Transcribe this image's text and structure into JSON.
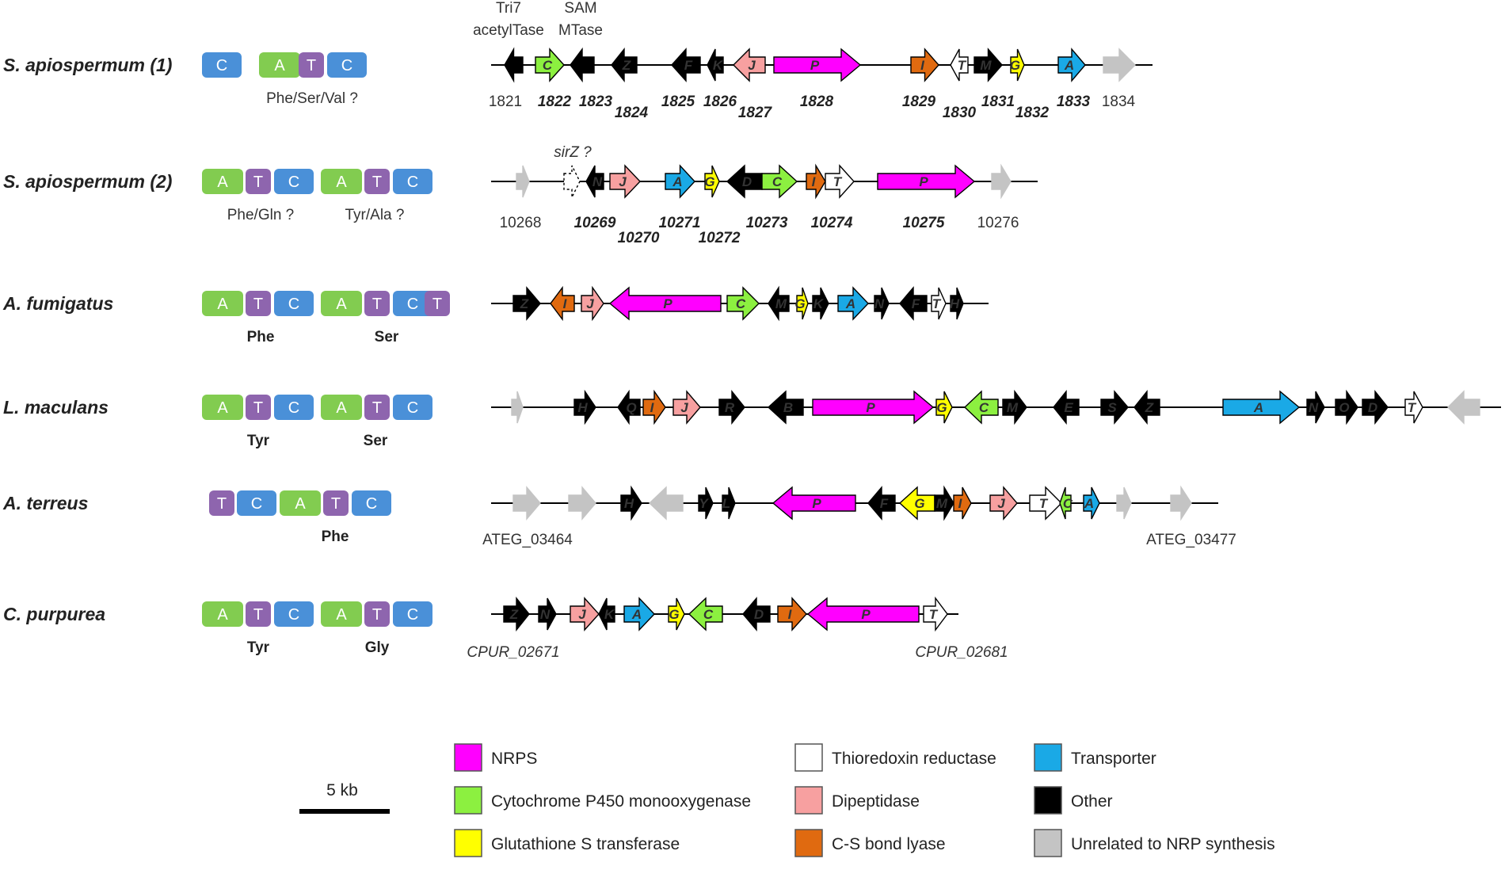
{
  "colors": {
    "nrps": "#ff00ff",
    "p450": "#8cf040",
    "gst": "#ffff00",
    "trx": "#ffffff",
    "dipep": "#f7a0a0",
    "csl": "#e06a10",
    "transporter": "#1aa9e6",
    "other": "#000000",
    "unrelated": "#c4c4c4",
    "domA": "#82cc50",
    "domT": "#8e65ae",
    "domC": "#4a90d8"
  },
  "clusters": [
    {
      "organism": "S. apiospermum (1)",
      "domains": [
        "C",
        "A",
        "T",
        "C"
      ],
      "specificities": [
        {
          "text": "Phe/Ser/Val ?",
          "bold": false
        }
      ],
      "annotations": [
        {
          "text": "Tri7"
        },
        {
          "text": "acetylTase"
        },
        {
          "text": "SAM"
        },
        {
          "text": "MTase"
        }
      ],
      "genes": [
        {
          "letter": "",
          "type": "other"
        },
        {
          "letter": "C",
          "type": "p450"
        },
        {
          "letter": "",
          "type": "other"
        },
        {
          "letter": "Z",
          "type": "other"
        },
        {
          "letter": "F",
          "type": "other"
        },
        {
          "letter": "K",
          "type": "other"
        },
        {
          "letter": "J",
          "type": "dipep"
        },
        {
          "letter": "P",
          "type": "nrps"
        },
        {
          "letter": "I",
          "type": "csl"
        },
        {
          "letter": "T",
          "type": "trx"
        },
        {
          "letter": "M",
          "type": "other"
        },
        {
          "letter": "G",
          "type": "gst"
        },
        {
          "letter": "A",
          "type": "transporter"
        },
        {
          "letter": "",
          "type": "unrelated"
        }
      ],
      "gene_ids": [
        {
          "text": "1821",
          "bold": false
        },
        {
          "text": "1822",
          "bold": true
        },
        {
          "text": "1823",
          "bold": true
        },
        {
          "text": "1824",
          "bold": true
        },
        {
          "text": "1825",
          "bold": true
        },
        {
          "text": "1826",
          "bold": true
        },
        {
          "text": "1827",
          "bold": true
        },
        {
          "text": "1828",
          "bold": true
        },
        {
          "text": "1829",
          "bold": true
        },
        {
          "text": "1830",
          "bold": true
        },
        {
          "text": "1831",
          "bold": true
        },
        {
          "text": "1832",
          "bold": true
        },
        {
          "text": "1833",
          "bold": true
        },
        {
          "text": "1834",
          "bold": false
        }
      ]
    },
    {
      "organism": "S. apiospermum (2)",
      "domains": [
        "A",
        "T",
        "C",
        "A",
        "T",
        "C"
      ],
      "specificities": [
        {
          "text": "Phe/Gln ?",
          "bold": false
        },
        {
          "text": "Tyr/Ala ?",
          "bold": false
        }
      ],
      "annotations": [
        {
          "text": "sirZ ?"
        }
      ],
      "genes": [
        {
          "letter": "",
          "type": "unrelated"
        },
        {
          "letter": "",
          "type": "dotted"
        },
        {
          "letter": "N",
          "type": "other"
        },
        {
          "letter": "J",
          "type": "dipep"
        },
        {
          "letter": "A",
          "type": "transporter"
        },
        {
          "letter": "G",
          "type": "gst"
        },
        {
          "letter": "D",
          "type": "other"
        },
        {
          "letter": "C",
          "type": "p450"
        },
        {
          "letter": "I",
          "type": "csl"
        },
        {
          "letter": "T",
          "type": "trx"
        },
        {
          "letter": "P",
          "type": "nrps"
        },
        {
          "letter": "",
          "type": "unrelated"
        }
      ],
      "gene_ids": [
        {
          "text": "10268",
          "bold": false
        },
        {
          "text": "10269",
          "bold": true
        },
        {
          "text": "10270",
          "bold": true
        },
        {
          "text": "10271",
          "bold": true
        },
        {
          "text": "10272",
          "bold": true
        },
        {
          "text": "10273",
          "bold": true
        },
        {
          "text": "10274",
          "bold": true
        },
        {
          "text": "10275",
          "bold": true
        },
        {
          "text": "10276",
          "bold": false
        }
      ]
    },
    {
      "organism": "A. fumigatus",
      "domains": [
        "A",
        "T",
        "C",
        "A",
        "T",
        "C",
        "T"
      ],
      "specificities": [
        {
          "text": "Phe",
          "bold": true
        },
        {
          "text": "Ser",
          "bold": true
        }
      ],
      "annotations": [],
      "genes": [
        {
          "letter": "Z",
          "type": "other"
        },
        {
          "letter": "I",
          "type": "csl"
        },
        {
          "letter": "J",
          "type": "dipep"
        },
        {
          "letter": "P",
          "type": "nrps"
        },
        {
          "letter": "C",
          "type": "p450"
        },
        {
          "letter": "M",
          "type": "other"
        },
        {
          "letter": "G",
          "type": "gst"
        },
        {
          "letter": "K",
          "type": "other"
        },
        {
          "letter": "A",
          "type": "transporter"
        },
        {
          "letter": "N",
          "type": "other"
        },
        {
          "letter": "F",
          "type": "other"
        },
        {
          "letter": "T",
          "type": "trx"
        },
        {
          "letter": "H",
          "type": "other"
        }
      ],
      "gene_ids": []
    },
    {
      "organism": "L. maculans",
      "domains": [
        "A",
        "T",
        "C",
        "A",
        "T",
        "C"
      ],
      "specificities": [
        {
          "text": "Tyr",
          "bold": true
        },
        {
          "text": "Ser",
          "bold": true
        }
      ],
      "annotations": [],
      "genes": [
        {
          "letter": "",
          "type": "unrelated"
        },
        {
          "letter": "H",
          "type": "other"
        },
        {
          "letter": "Q",
          "type": "other"
        },
        {
          "letter": "I",
          "type": "csl"
        },
        {
          "letter": "J",
          "type": "dipep"
        },
        {
          "letter": "R",
          "type": "other"
        },
        {
          "letter": "B",
          "type": "other"
        },
        {
          "letter": "P",
          "type": "nrps"
        },
        {
          "letter": "G",
          "type": "gst"
        },
        {
          "letter": "C",
          "type": "p450"
        },
        {
          "letter": "M",
          "type": "other"
        },
        {
          "letter": "E",
          "type": "other"
        },
        {
          "letter": "S",
          "type": "other"
        },
        {
          "letter": "Z",
          "type": "other"
        },
        {
          "letter": "A",
          "type": "transporter"
        },
        {
          "letter": "N",
          "type": "other"
        },
        {
          "letter": "O",
          "type": "other"
        },
        {
          "letter": "D",
          "type": "other"
        },
        {
          "letter": "T",
          "type": "trx"
        },
        {
          "letter": "",
          "type": "unrelated"
        }
      ],
      "gene_ids": []
    },
    {
      "organism": "A. terreus",
      "domains": [
        "T",
        "C",
        "A",
        "T",
        "C"
      ],
      "specificities": [
        {
          "text": "Phe",
          "bold": true
        }
      ],
      "annotations": [],
      "genes": [
        {
          "letter": "",
          "type": "unrelated"
        },
        {
          "letter": "",
          "type": "unrelated"
        },
        {
          "letter": "H",
          "type": "other"
        },
        {
          "letter": "",
          "type": "unrelated"
        },
        {
          "letter": "Y",
          "type": "other"
        },
        {
          "letter": "L",
          "type": "other"
        },
        {
          "letter": "P",
          "type": "nrps"
        },
        {
          "letter": "F",
          "type": "other"
        },
        {
          "letter": "G",
          "type": "gst"
        },
        {
          "letter": "M",
          "type": "other"
        },
        {
          "letter": "I",
          "type": "csl"
        },
        {
          "letter": "J",
          "type": "dipep"
        },
        {
          "letter": "T",
          "type": "trx"
        },
        {
          "letter": "C",
          "type": "p450"
        },
        {
          "letter": "A",
          "type": "transporter"
        },
        {
          "letter": "",
          "type": "unrelated"
        },
        {
          "letter": "",
          "type": "unrelated"
        }
      ],
      "gene_ids": [
        {
          "text": "ATEG_03464",
          "bold": false
        },
        {
          "text": "ATEG_03477",
          "bold": false
        }
      ]
    },
    {
      "organism": "C. purpurea",
      "domains": [
        "A",
        "T",
        "C",
        "A",
        "T",
        "C"
      ],
      "specificities": [
        {
          "text": "Tyr",
          "bold": true
        },
        {
          "text": "Gly",
          "bold": true
        }
      ],
      "annotations": [],
      "genes": [
        {
          "letter": "Z",
          "type": "other"
        },
        {
          "letter": "N",
          "type": "other"
        },
        {
          "letter": "J",
          "type": "dipep"
        },
        {
          "letter": "K",
          "type": "other"
        },
        {
          "letter": "A",
          "type": "transporter"
        },
        {
          "letter": "G",
          "type": "gst"
        },
        {
          "letter": "C",
          "type": "p450"
        },
        {
          "letter": "D",
          "type": "other"
        },
        {
          "letter": "I",
          "type": "csl"
        },
        {
          "letter": "P",
          "type": "nrps"
        },
        {
          "letter": "T",
          "type": "trx"
        }
      ],
      "gene_ids": [
        {
          "text": "CPUR_02671",
          "bold": false
        },
        {
          "text": "CPUR_02681",
          "bold": false
        }
      ]
    }
  ],
  "scale": {
    "label": "5 kb"
  },
  "legend": [
    {
      "label": "NRPS",
      "type": "nrps"
    },
    {
      "label": "Cytochrome P450 monooxygenase",
      "type": "p450"
    },
    {
      "label": "Glutathione S transferase",
      "type": "gst"
    },
    {
      "label": "Thioredoxin reductase",
      "type": "trx"
    },
    {
      "label": "Dipeptidase",
      "type": "dipep"
    },
    {
      "label": "C-S bond lyase",
      "type": "csl"
    },
    {
      "label": "Transporter",
      "type": "transporter"
    },
    {
      "label": "Other",
      "type": "other"
    },
    {
      "label": "Unrelated to NRP synthesis",
      "type": "unrelated"
    }
  ]
}
